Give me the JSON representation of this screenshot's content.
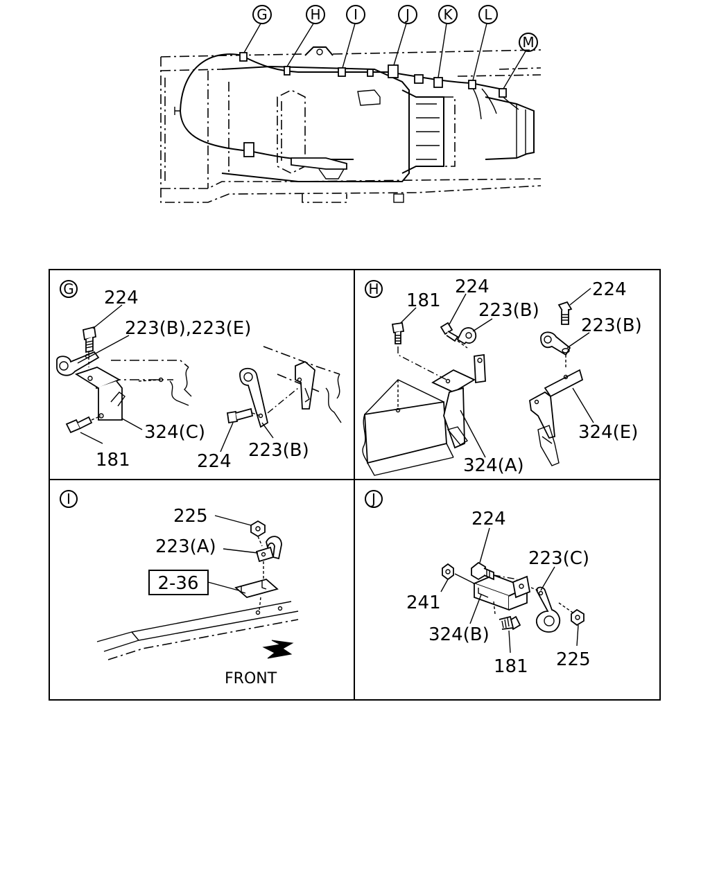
{
  "overview": {
    "callouts": [
      "G",
      "H",
      "I",
      "J",
      "K",
      "L",
      "M"
    ]
  },
  "panels": {
    "G": {
      "letter": "G",
      "labels": {
        "bolt_top": "224",
        "clip_top": "223(B),223(E)",
        "bracket": "324(C)",
        "bolt_bottom": "181",
        "bolt_right": "224",
        "clip_right": "223(B)"
      }
    },
    "H": {
      "letter": "H",
      "labels": {
        "bolt_left": "181",
        "bolt_mid": "224",
        "clip_mid": "223(B)",
        "bolt_right": "224",
        "clip_right": "223(B)",
        "bracket_a": "324(A)",
        "bracket_e": "324(E)"
      }
    },
    "I": {
      "letter": "I",
      "labels": {
        "nut": "225",
        "clip": "223(A)",
        "ref": "2-36",
        "front": "FRONT"
      }
    },
    "J": {
      "letter": "J",
      "labels": {
        "bolt": "224",
        "clip": "223(C)",
        "nut_left": "241",
        "bracket": "324(B)",
        "bolt_bottom": "181",
        "nut_right": "225"
      }
    }
  }
}
